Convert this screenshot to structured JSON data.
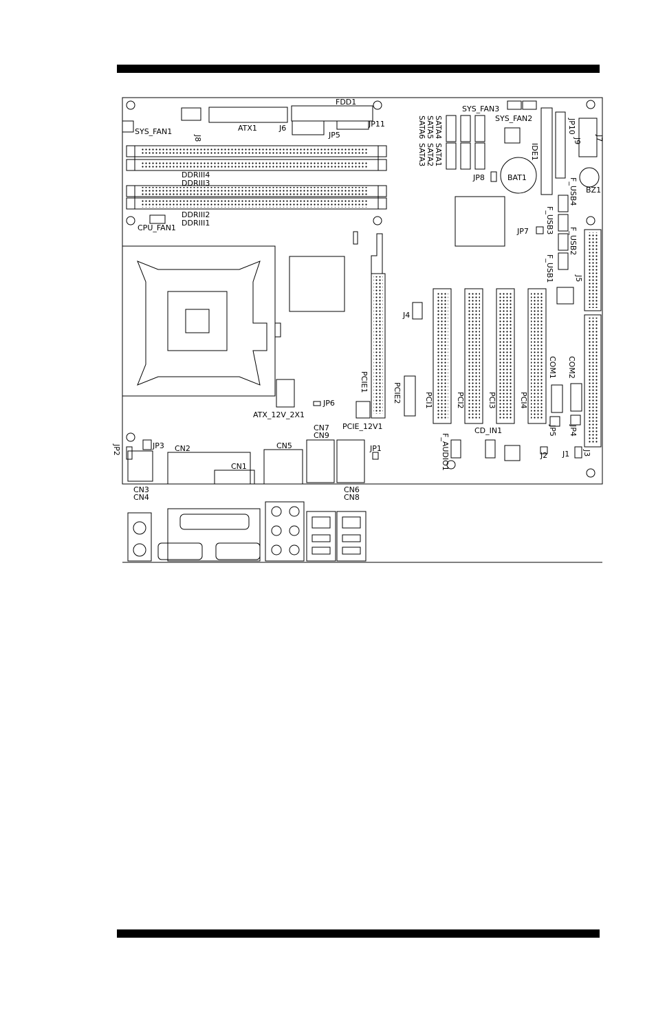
{
  "labels": {
    "sys_fan1": "SYS_FAN1",
    "sys_fan2": "SYS_FAN2",
    "sys_fan3": "SYS_FAN3",
    "cpu_fan1": "CPU_FAN1",
    "j8": "J8",
    "j6": "J6",
    "atx1": "ATX1",
    "fdd1": "FDD1",
    "jp5": "JP5",
    "jp11": "JP11",
    "sata1": "SATA1",
    "sata2": "SATA2",
    "sata3": "SATA3",
    "sata4": "SATA4",
    "sata5": "SATA5",
    "sata6": "SATA6",
    "ide1": "IDE1",
    "jp8": "JP8",
    "bat1": "BAT1",
    "j7": "J7",
    "j9": "J9",
    "jp10": "JP10",
    "bz1": "BZ1",
    "ddr3": "DDRIII3",
    "ddr4": "DDRIII4",
    "ddr1": "DDRIII1",
    "ddr2": "DDRIII2",
    "f_usb1": "F_USB1",
    "f_usb2": "F_USB2",
    "f_usb3": "F_USB3",
    "f_usb4": "F_USB4",
    "jp7": "JP7",
    "j5": "J5",
    "j4": "J4",
    "pcie1": "PCIE1",
    "pcie2": "PCIE2",
    "pci1": "PCI1",
    "pci2": "PCI2",
    "pci3": "PCI3",
    "pci4": "PCI4",
    "com1": "COM1",
    "com2": "COM2",
    "jp4": "JP4",
    "jp6": "JP6",
    "atx_12v": "ATX_12V_2X1",
    "pcie_12v1": "PCIE_12V1",
    "cd_in1": "CD_IN1",
    "f_audio1": "F_AUDIO1",
    "jp5b": "JP5",
    "j2": "J2",
    "j1": "J1",
    "j3": "J3",
    "jp2": "JP2",
    "jp3": "JP3",
    "cn2": "CN2",
    "cn1": "CN1",
    "cn5": "CN5",
    "cn7": "CN7",
    "cn9": "CN9",
    "jp1": "JP1",
    "cn3": "CN3",
    "cn4": "CN4",
    "cn6": "CN6",
    "cn8": "CN8"
  }
}
